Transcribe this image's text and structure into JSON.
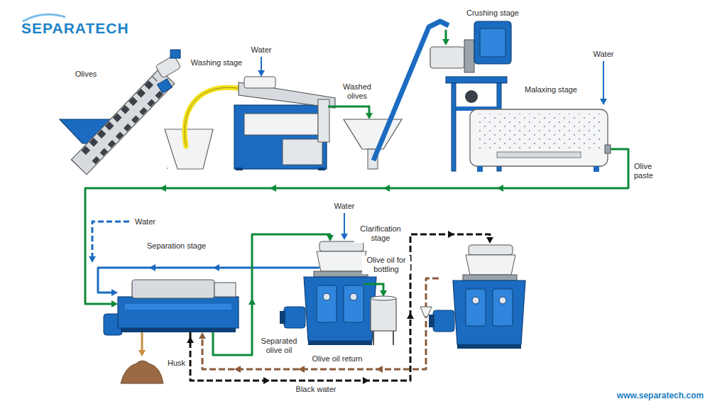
{
  "diagram": {
    "labels": [
      "SEPARATECH",
      "Olives",
      "Washing stage",
      "Water",
      "Washed olives",
      "Crushing stage",
      "Malaxing stage",
      "Water",
      "Olive paste",
      "Water",
      "Separation stage",
      "Water",
      "Clarification stage",
      "Olive oil for bottling",
      "Separated olive oil",
      "Olive oil return",
      "Husk",
      "Black water",
      "www.separatech.com"
    ]
  }
}
